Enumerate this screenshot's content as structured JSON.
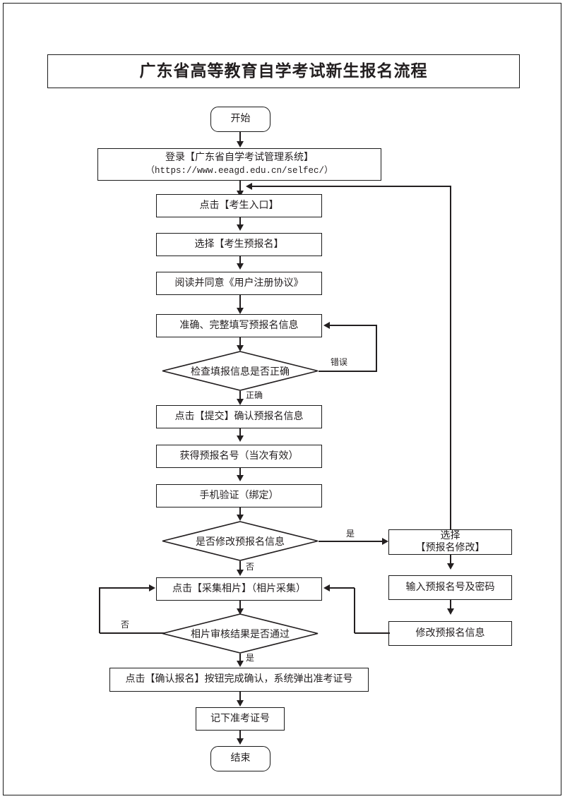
{
  "document": {
    "title": "广东省高等教育自学考试新生报名流程"
  },
  "nodes": {
    "start": {
      "label": "开始",
      "type": "terminator"
    },
    "login": {
      "line1": "登录【广东省自学考试管理系统】",
      "line2": "（https://www.eeagd.edu.cn/selfec/）",
      "type": "process"
    },
    "candidate_entry": {
      "label": "点击【考生入口】",
      "type": "process"
    },
    "pre_register": {
      "label": "选择【考生预报名】",
      "type": "process"
    },
    "agreement": {
      "label": "阅读并同意《用户注册协议》",
      "type": "process"
    },
    "fill_info": {
      "label": "准确、完整填写预报名信息",
      "type": "process"
    },
    "check_info": {
      "label": "检查填报信息是否正确",
      "type": "decision"
    },
    "submit": {
      "label": "点击【提交】确认预报名信息",
      "type": "process"
    },
    "get_number": {
      "label": "获得预报名号（当次有效）",
      "type": "process"
    },
    "phone_verify": {
      "label": "手机验证（绑定）",
      "type": "process"
    },
    "modify_decision": {
      "label": "是否修改预报名信息",
      "type": "decision"
    },
    "select_modify": {
      "line1": "选择",
      "line2": "【预报名修改】",
      "type": "process"
    },
    "input_credentials": {
      "label": "输入预报名号及密码",
      "type": "process"
    },
    "modify_info": {
      "label": "修改预报名信息",
      "type": "process"
    },
    "collect_photo": {
      "label": "点击【采集相片】（相片采集）",
      "type": "process"
    },
    "photo_review": {
      "label": "相片审核结果是否通过",
      "type": "decision"
    },
    "confirm_registration": {
      "label": "点击【确认报名】按钮完成确认，系统弹出准考证号",
      "type": "process"
    },
    "record_number": {
      "label": "记下准考证号",
      "type": "process"
    },
    "end": {
      "label": "结束",
      "type": "terminator"
    }
  },
  "edge_labels": {
    "error": "错误",
    "correct": "正确",
    "yes_modify": "是",
    "no_modify": "否",
    "no_photo": "否",
    "yes_photo": "是"
  },
  "colors": {
    "stroke": "#231f20",
    "background": "#ffffff",
    "text": "#231f20"
  }
}
